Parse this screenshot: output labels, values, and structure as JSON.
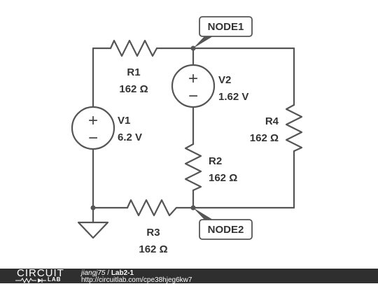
{
  "components": {
    "r1": {
      "name": "R1",
      "value": "162 Ω"
    },
    "r2": {
      "name": "R2",
      "value": "162 Ω"
    },
    "r3": {
      "name": "R3",
      "value": "162 Ω"
    },
    "r4": {
      "name": "R4",
      "value": "162 Ω"
    },
    "v1": {
      "name": "V1",
      "value": "6.2 V"
    },
    "v2": {
      "name": "V2",
      "value": "1.62 V"
    }
  },
  "nodes": {
    "node1": "NODE1",
    "node2": "NODE2"
  },
  "footer": {
    "logo_top": "CIRCUIT",
    "logo_bottom": "LAB",
    "user": "jiangj75",
    "separator": " / ",
    "title": "Lab2-1",
    "url": "http://circuitlab.com/cpe38hjeg6kw7"
  },
  "colors": {
    "wire": "#555555",
    "text": "#333333",
    "footer_bg": "#2f2f2f"
  }
}
